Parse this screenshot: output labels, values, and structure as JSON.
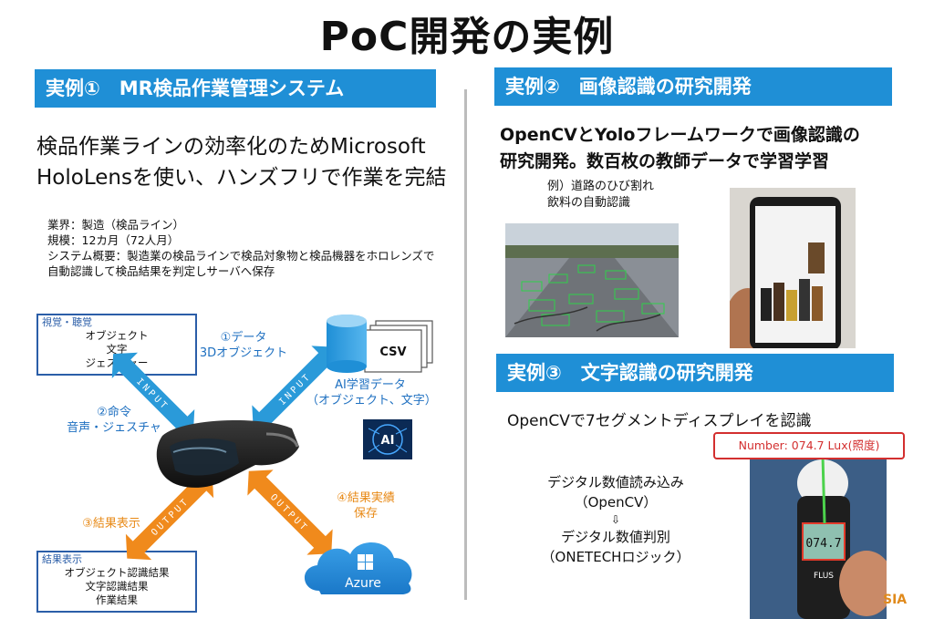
{
  "title": "PoC開発の実例",
  "left": {
    "band": "実例①　MR検品作業管理システム",
    "lead": [
      "検品作業ラインの効率化のためMicrosoft",
      "HoloLensを使い、ハンズフリで作業を完結"
    ],
    "details": [
      "業界：製造（検品ライン）",
      "規模：12カ月（72人月）",
      "システム概要：製造業の検品ラインで検品対象物と検品機器をホロレンズで",
      "自動認識して検品結果を判定しサーバへ保存"
    ],
    "perception_box": {
      "heading": "視覚・聴覚",
      "lines": [
        "オブジェクト",
        "文字",
        "ジェスチャー"
      ]
    },
    "result_box": {
      "heading": "結果表示",
      "lines": [
        "オブジェクト認識結果",
        "文字認識結果",
        "作業結果"
      ]
    },
    "labels": {
      "data": [
        "①データ",
        "3Dオブジェクト"
      ],
      "command": [
        "②命令",
        "音声・ジェスチャ"
      ],
      "result_display": "③結果表示",
      "save": [
        "④結果実績",
        "保存"
      ],
      "ai_data": [
        "AI学習データ",
        "（オブジェクト、文字）"
      ]
    },
    "csv": "CSV",
    "ai": "AI",
    "azure": "Azure",
    "arrow_text": {
      "input": "INPUT",
      "output": "OUTPUT"
    }
  },
  "right": {
    "band2": "実例②　画像認識の研究開発",
    "lead2": [
      "OpenCVとYoloフレームワークで画像認識の",
      "研究開発。数百枚の教師データで学習学習"
    ],
    "example": [
      "例）道路のひび割れ",
      "飲料の自動認識"
    ],
    "band3": "実例③　文字認識の研究開発",
    "lead3": "OpenCVで7セグメントディスプレイを認識",
    "steps": [
      "デジタル数値読み込み",
      "（OpenCV）",
      "⇩",
      "デジタル数値判別",
      "（ONETECHロジック）"
    ],
    "meter_readout": "Number: 074.7 Lux(照度)",
    "meter_display": "074.7",
    "meter_brand": "FLUS",
    "corner_logo": "SIA"
  },
  "colors": {
    "band": "#1f8fd6",
    "blue_arrow": "#2a9ad9",
    "orange_arrow": "#f08a1c",
    "box_border": "#2b5ea8"
  }
}
